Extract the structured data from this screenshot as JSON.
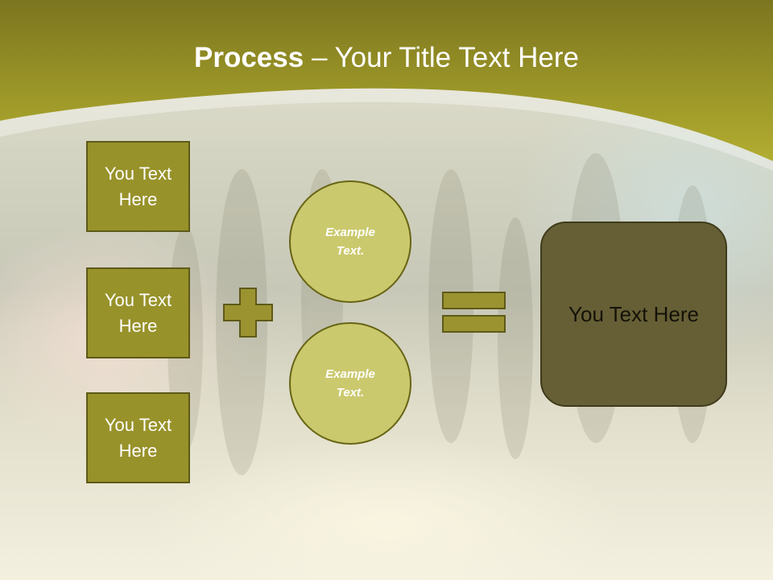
{
  "slide": {
    "title_bold": "Process",
    "title_rest": " – Your Title Text Here",
    "boxes": [
      "You Text Here",
      "You Text Here",
      "You Text Here"
    ],
    "circles": [
      "Example Text.",
      "Example Text."
    ],
    "result": "You Text Here"
  },
  "colors": {
    "header": "#a6a12c",
    "box_fill": "#98922a",
    "circle_fill": "#cbc96e",
    "result_fill": "#665f36",
    "symbol_fill": "#9b9330"
  },
  "icons": {
    "plus": "plus-icon",
    "equals": "equals-icon"
  }
}
